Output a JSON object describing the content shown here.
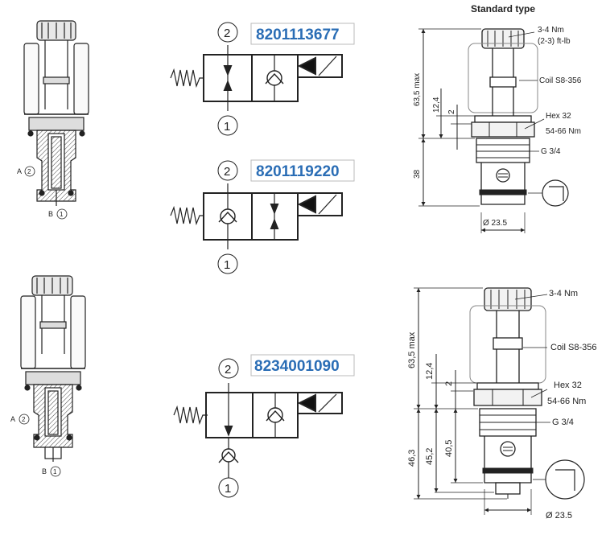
{
  "header": {
    "title": "Standard type"
  },
  "valves": [
    {
      "part_number": "8201113677",
      "port_top": "2",
      "port_bottom": "1"
    },
    {
      "part_number": "8201119220",
      "port_top": "2",
      "port_bottom": "1"
    },
    {
      "part_number": "8234001090",
      "port_top": "2",
      "port_bottom": "1"
    }
  ],
  "sections": [
    {
      "port_a_label": "A",
      "port_a_num": "2",
      "port_b_label": "B",
      "port_b_num": "1"
    },
    {
      "port_a_label": "A",
      "port_a_num": "2",
      "port_b_label": "B",
      "port_b_num": "1"
    }
  ],
  "dims": [
    {
      "torque": "3-4 Nm",
      "torque_alt": "(2-3) ft-lb",
      "coil": "Coil S8-356",
      "hex": "Hex 32",
      "hex_torque": "54-66 Nm",
      "thread": "G 3/4",
      "diameter": "Ø 23.5",
      "h_max": "63,5 max",
      "h1": "12,4",
      "h2": "2",
      "h3": "38"
    },
    {
      "torque": "3-4 Nm",
      "coil": "Coil S8-356",
      "hex": "Hex 32",
      "hex_torque": "54-66 Nm",
      "thread": "G 3/4",
      "diameter": "Ø 23.5",
      "h_max": "63,5 max",
      "h1": "12,4",
      "h2": "2",
      "h3": "46,3",
      "h4": "45,2",
      "h5": "40,5"
    }
  ]
}
